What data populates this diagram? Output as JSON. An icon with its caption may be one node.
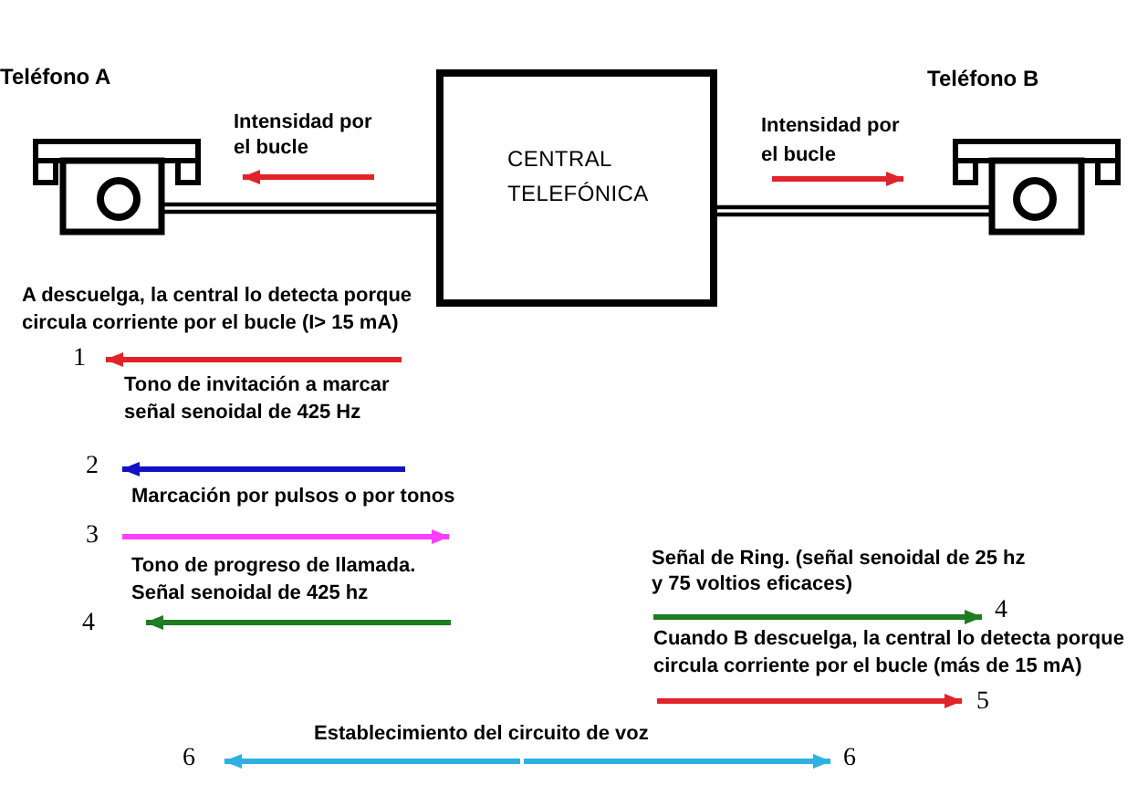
{
  "diagram": {
    "nodes": [
      {
        "text": [
          "Teléfono A"
        ]
      },
      {
        "text": [
          "CENTRAL TELEFÓNICA"
        ]
      },
      {
        "text": [
          "Teléfono B"
        ]
      }
    ],
    "edges": [
      {
        "from": 0,
        "to": 1,
        "arrow": "none"
      },
      {
        "from": 1,
        "to": 2,
        "arrow": "none"
      }
    ],
    "labels": [
      "Intensidad por el bucle",
      "Intensidad por el bucle",
      "A descuelga, la central lo detecta porque circula corriente por el bucle (I> 15 mA)",
      "1",
      "Tono de invitación a marcar señal senoidal de 425 Hz",
      "2",
      "Marcación por pulsos o por tonos",
      "3",
      "Tono de progreso de llamada. Señal senoidal de 425 hz",
      "Señal de Ring. (señal senoidal de 25 hz y 75 voltios eficaces)",
      "4",
      "4",
      "Cuando B descuelga, la central lo detecta porque circula corriente por el bucle (más de 15 mA)",
      "5",
      "Establecimiento del circuito de voz",
      "6",
      "6"
    ]
  }
}
